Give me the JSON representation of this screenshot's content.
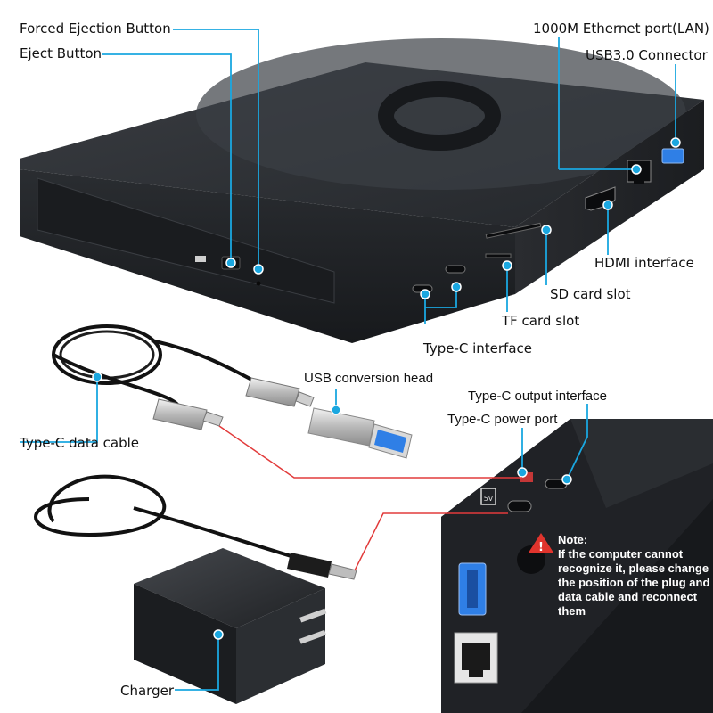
{
  "labels": {
    "forced_ejection": "Forced Ejection Button",
    "eject": "Eject Button",
    "ethernet": "1000M Ethernet port(LAN)",
    "usb30": "USB3.0 Connector",
    "hdmi": "HDMI interface",
    "sd_slot": "SD card slot",
    "tf_slot": "TF card slot",
    "typec_interface": "Type-C interface",
    "usb_head": "USB conversion head",
    "typec_output": "Type-C output interface",
    "typec_power": "Type-C power port",
    "typec_cable": "Type-C data cable",
    "charger": "Charger"
  },
  "note": {
    "title": "Note:",
    "body": "If the computer cannot recognize it, please change the position of the plug and data cable and reconnect them"
  },
  "colors": {
    "callout": "#1aa7e0",
    "device": "#2e3135",
    "device_side": "#1d1f22",
    "red_line": "#e23b3b",
    "usb_blue": "#2f7fe6",
    "warning": "#e0342d"
  },
  "icons": [
    "warning-icon",
    "usb-c-port-icon",
    "ethernet-port-icon",
    "hdmi-port-icon",
    "usb-port-icon"
  ]
}
